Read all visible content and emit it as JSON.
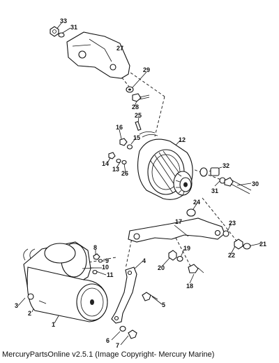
{
  "callouts": [
    "33",
    "31",
    "27",
    "29",
    "28",
    "25",
    "16",
    "15",
    "12",
    "14",
    "13",
    "26",
    "32",
    "30",
    "31",
    "24",
    "17",
    "23",
    "21",
    "22",
    "8",
    "9",
    "10",
    "11",
    "5",
    "4",
    "19",
    "20",
    "18",
    "3",
    "2",
    "1",
    "6",
    "7"
  ],
  "footer": "MercuryPartsOnline v2.5.1 (Image Copyright- Mercury Marine)"
}
